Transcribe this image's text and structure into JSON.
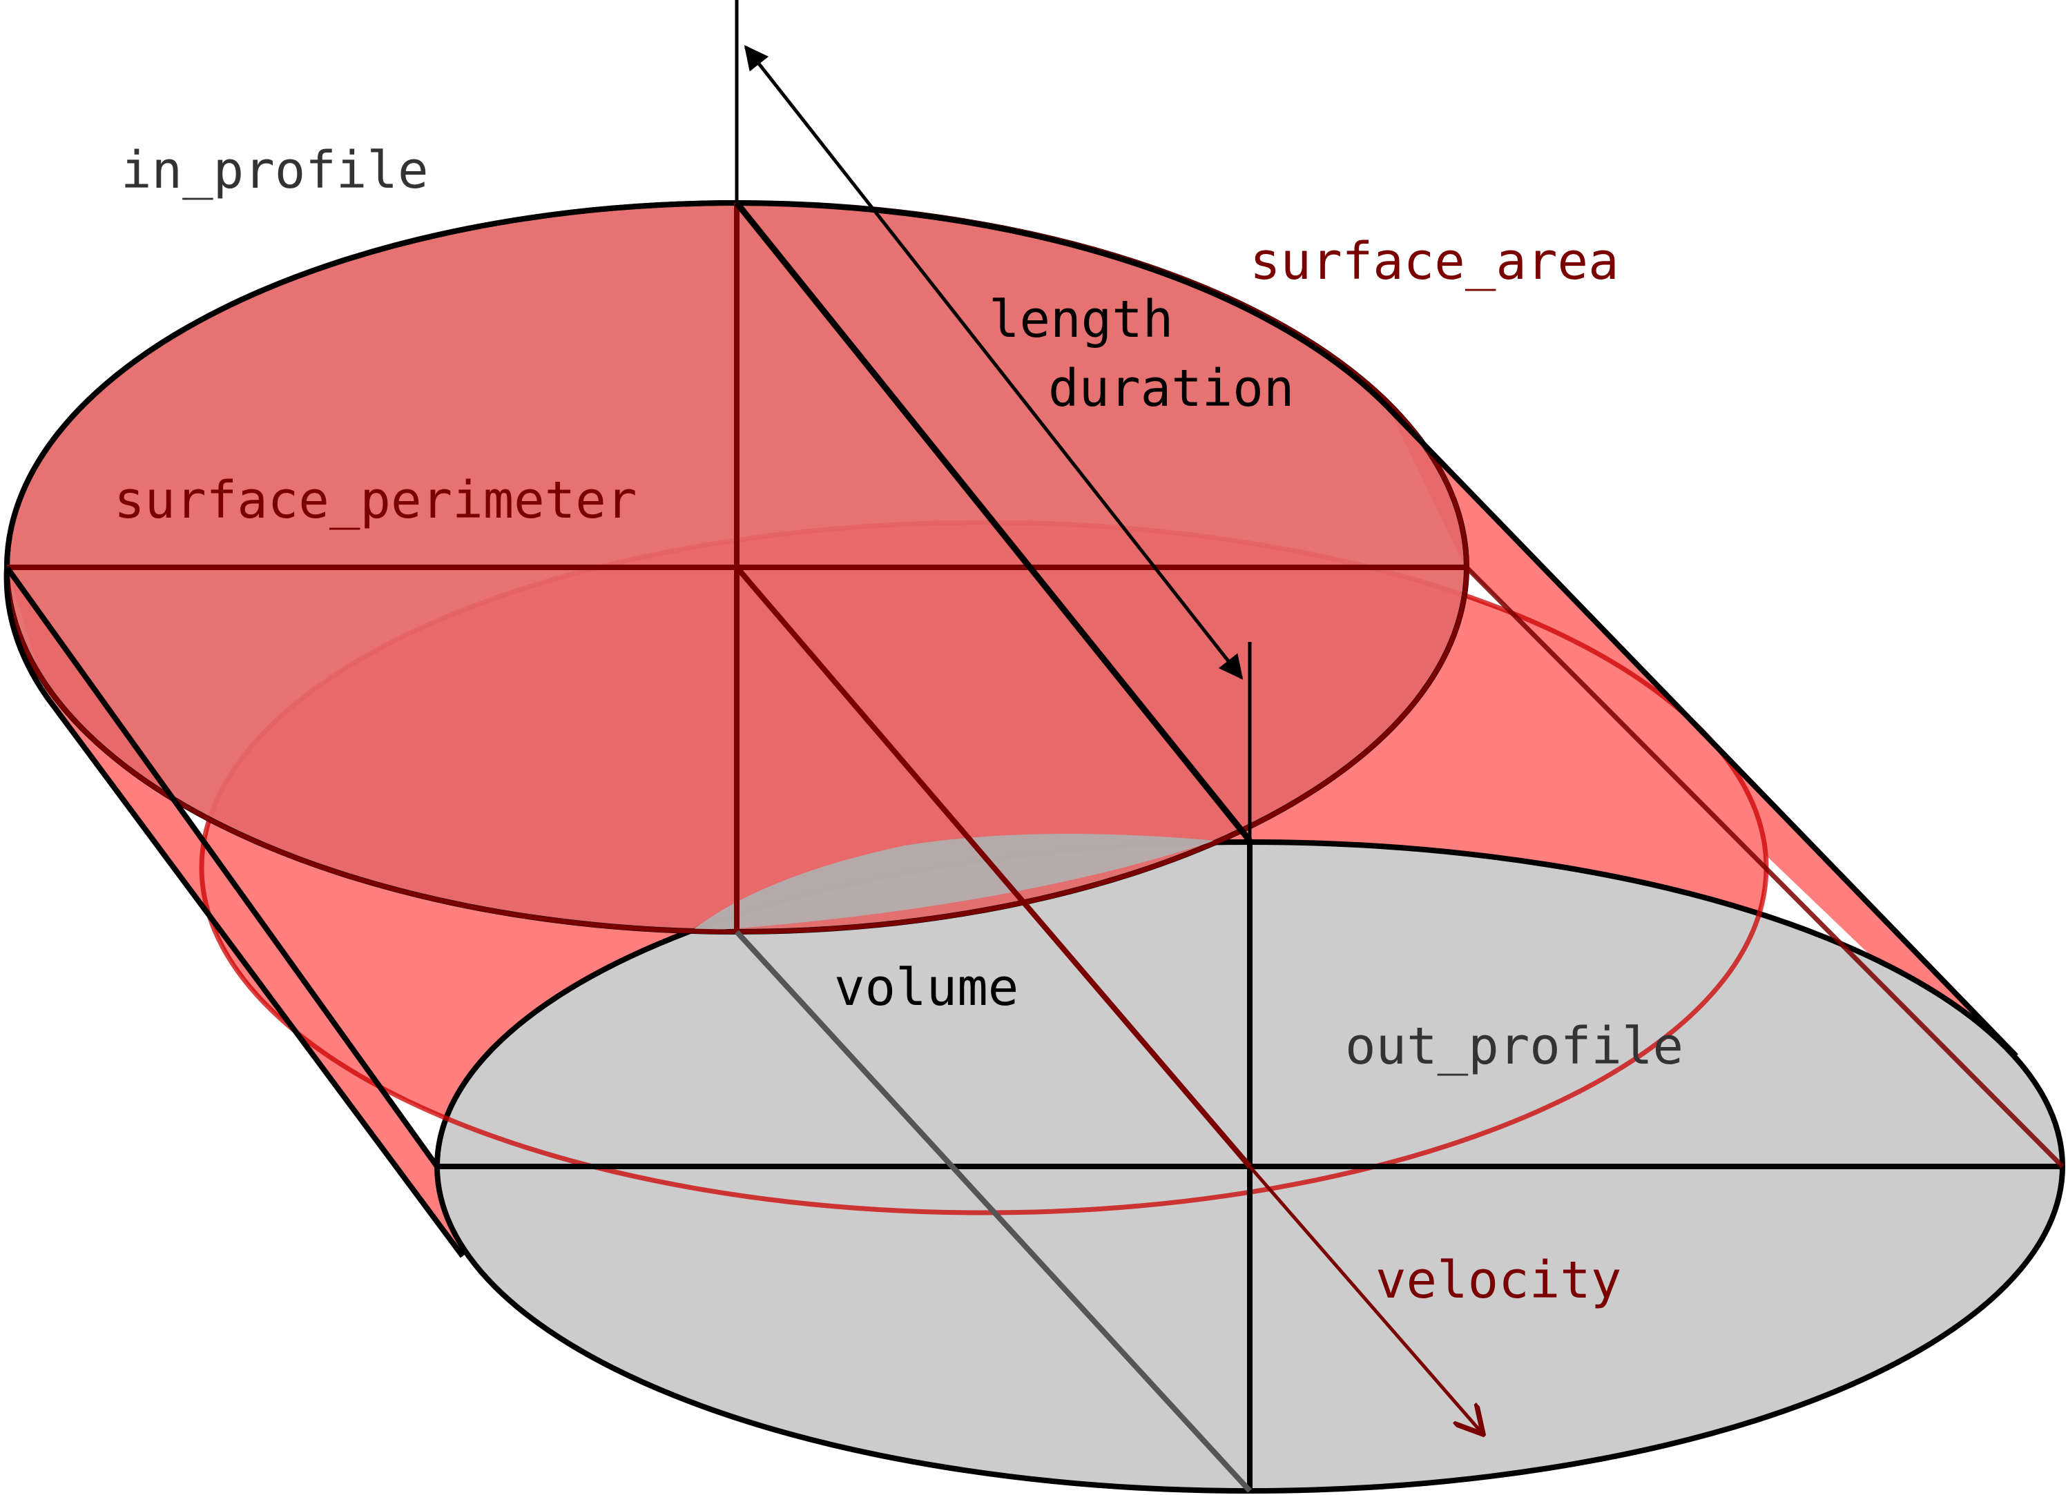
{
  "labels": {
    "in_profile": "in_profile",
    "surface_area": "surface_area",
    "length": "length",
    "duration": "duration",
    "surface_perimeter": "surface_perimeter",
    "volume": "volume",
    "out_profile": "out_profile",
    "velocity": "velocity"
  },
  "colors": {
    "in_profile_fill": "#e56767",
    "out_profile_fill": "#cccccc",
    "swept_fill": "#ff7f7f",
    "dark_red": "#7a0000",
    "red_outline": "#cc0000",
    "text_dark": "#333333",
    "outline": "#000000"
  }
}
